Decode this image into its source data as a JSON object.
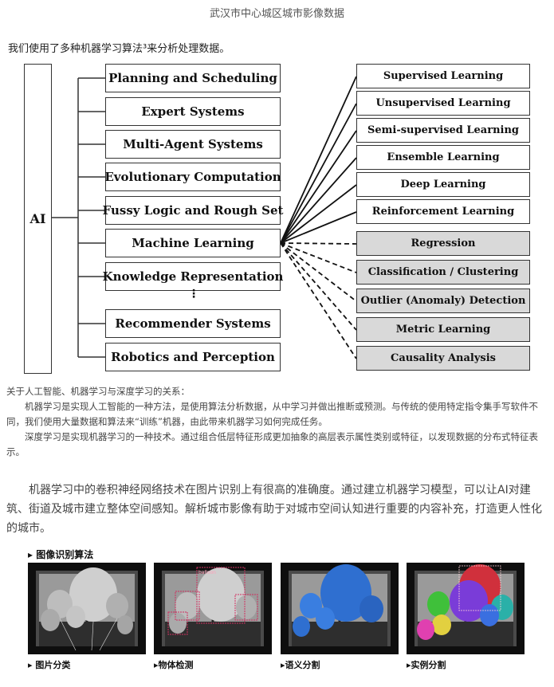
{
  "header": {
    "title": "武汉市中心城区城市影像数据"
  },
  "intro": {
    "text": "我们使用了多种机器学习算法³来分析处理数据。"
  },
  "diagram": {
    "root": "AI",
    "branches": [
      "Planning and Scheduling",
      "Expert Systems",
      "Multi-Agent Systems",
      "Evolutionary Computation",
      "Fussy Logic and Rough Set",
      "Machine Learning",
      "Knowledge Representation",
      "Recommender Systems",
      "Robotics and Perception"
    ],
    "ellipsis": "⋮",
    "ml_types": [
      "Supervised Learning",
      "Unsupervised Learning",
      "Semi-supervised Learning",
      "Ensemble Learning",
      "Deep Learning",
      "Reinforcement Learning"
    ],
    "ml_tasks": [
      "Regression",
      "Classification / Clustering",
      "Outlier (Anomaly) Detection",
      "Metric Learning",
      "Causality Analysis"
    ]
  },
  "relation": {
    "heading": "关于人工智能、机器学习与深度学习的关系：",
    "ml_text": "机器学习是实现人工智能的一种方法，是使用算法分析数据，从中学习并做出推断或预测。与传统的使用特定指令集手写软件不同，我们使用大量数据和算法来“训练”机器，由此带来机器学习如何完成任务。",
    "dl_text": "深度学习是实现机器学习的一种技术。通过组合低层特征形成更加抽象的高层表示属性类别或特征，以发现数据的分布式特征表示。"
  },
  "cnn_paragraph": "机器学习中的卷积神经网络技术在图片识别上有很高的准确度。通过建立机器学习模型，可以让AI对建筑、街道及城市建立整体空间感知。解析城市影像有助于对城市空间认知进行重要的内容补充，打造更人性化的城市。",
  "algorithms": {
    "title": "▸ 图像识别算法",
    "labels": [
      "▸ 图片分类",
      "▸物体检测",
      "▸语义分割",
      "▸实例分割"
    ],
    "detection_tag": "balloon"
  }
}
